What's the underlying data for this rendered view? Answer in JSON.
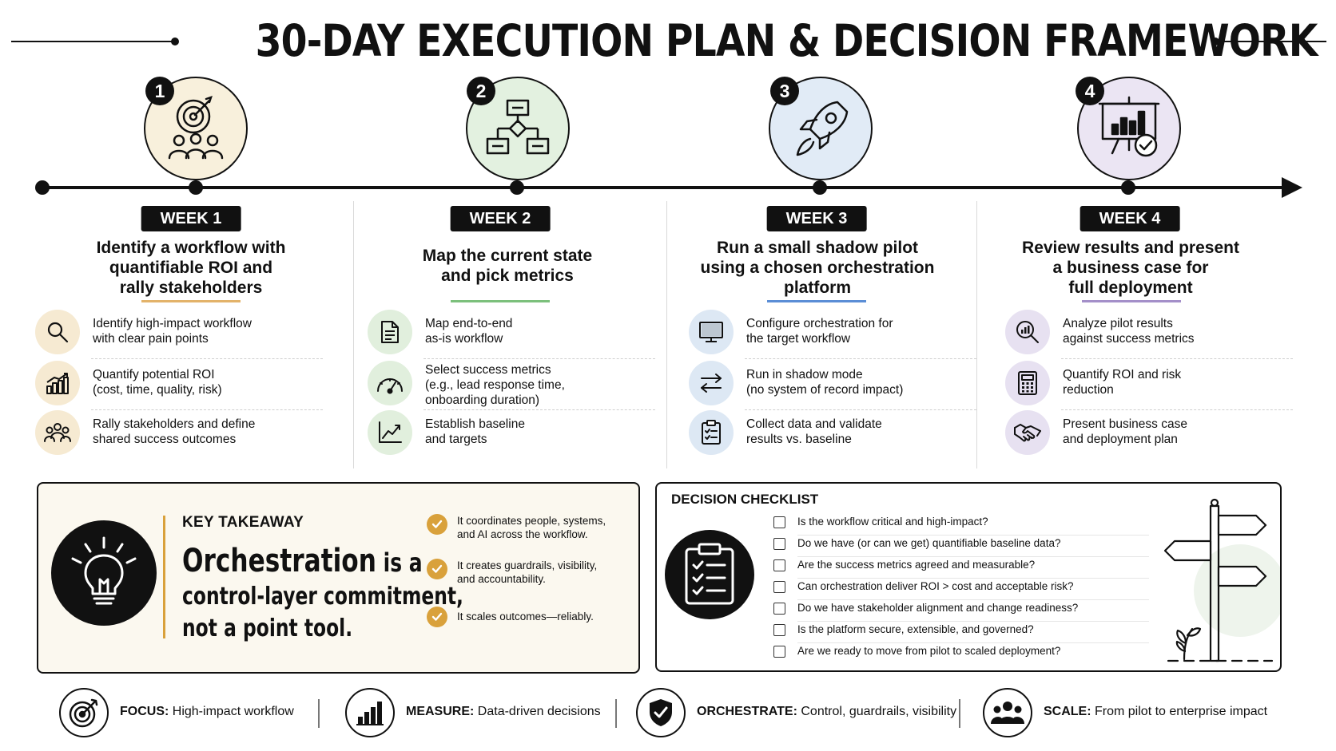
{
  "title": "30-DAY EXECUTION PLAN & DECISION FRAMEWORK",
  "weeks": [
    {
      "number": "1",
      "label": "WEEK 1",
      "heading": [
        "Identify a workflow with",
        "quantifiable ROI and",
        "rally stakeholders"
      ],
      "accent": "#e3b36a",
      "circle_bg": "#f8f0dc",
      "icon_bg": "#f6ead2",
      "tasks": [
        {
          "icon": "magnifier-icon",
          "lines": [
            "Identify high-impact workflow",
            "with clear pain points"
          ]
        },
        {
          "icon": "bar-growth-icon",
          "lines": [
            "Quantify potential ROI",
            "(cost, time, quality, risk)"
          ]
        },
        {
          "icon": "people-group-icon",
          "lines": [
            "Rally stakeholders and define",
            "shared success outcomes"
          ]
        }
      ]
    },
    {
      "number": "2",
      "label": "WEEK 2",
      "heading": [
        "Map the current state",
        "and pick metrics"
      ],
      "accent": "#7cc07c",
      "circle_bg": "#e3f1e0",
      "icon_bg": "#e1efdd",
      "tasks": [
        {
          "icon": "document-icon",
          "lines": [
            "Map end-to-end",
            "as-is workflow"
          ]
        },
        {
          "icon": "gauge-icon",
          "lines": [
            "Select success metrics",
            "(e.g., lead response time,",
            "onboarding duration)"
          ]
        },
        {
          "icon": "line-chart-icon",
          "lines": [
            "Establish baseline",
            "and targets"
          ]
        }
      ]
    },
    {
      "number": "3",
      "label": "WEEK 3",
      "heading": [
        "Run a small shadow pilot",
        "using a chosen orchestration",
        "platform"
      ],
      "accent": "#5b8ed6",
      "circle_bg": "#e1ebf6",
      "icon_bg": "#dde8f4",
      "tasks": [
        {
          "icon": "monitor-icon",
          "lines": [
            "Configure orchestration for",
            "the target workflow"
          ]
        },
        {
          "icon": "swap-arrows-icon",
          "lines": [
            "Run in shadow mode",
            "(no system of record impact)"
          ]
        },
        {
          "icon": "clipboard-icon",
          "lines": [
            "Collect data and validate",
            "results vs. baseline"
          ]
        }
      ]
    },
    {
      "number": "4",
      "label": "WEEK 4",
      "heading": [
        "Review results and present",
        "a business case for",
        "full deployment"
      ],
      "accent": "#a48fc9",
      "circle_bg": "#ebe5f3",
      "icon_bg": "#e7e1f1",
      "tasks": [
        {
          "icon": "chart-search-icon",
          "lines": [
            "Analyze pilot results",
            "against success metrics"
          ]
        },
        {
          "icon": "calculator-icon",
          "lines": [
            "Quantify ROI and risk",
            "reduction"
          ]
        },
        {
          "icon": "handshake-icon",
          "lines": [
            "Present business case",
            "and deployment plan"
          ]
        }
      ]
    }
  ],
  "takeaway": {
    "label": "KEY TAKEAWAY",
    "line1_big": "Orchestration",
    "line1_rest": " is a",
    "line2": "control-layer commitment,",
    "line3": "not a point tool.",
    "bullets": [
      [
        "It coordinates people, systems,",
        "and AI across the workflow."
      ],
      [
        "It creates guardrails, visibility,",
        "and accountability."
      ],
      [
        "It scales outcomes—reliably."
      ]
    ],
    "accent": "#d9a13b"
  },
  "checklist": {
    "title": "DECISION CHECKLIST",
    "items": [
      "Is the workflow critical and high-impact?",
      "Do we have (or can we get) quantifiable baseline data?",
      "Are the success metrics agreed and measurable?",
      "Can orchestration deliver ROI > cost and acceptable risk?",
      "Do we have stakeholder alignment and change readiness?",
      "Is the platform secure, extensible, and governed?",
      "Are we ready to move from pilot to scaled deployment?"
    ]
  },
  "pillars": [
    {
      "icon": "target-icon",
      "label": "FOCUS:",
      "text": " High-impact workflow"
    },
    {
      "icon": "bar-chart-icon",
      "label": "MEASURE:",
      "text": " Data-driven decisions"
    },
    {
      "icon": "shield-check-icon",
      "label": "ORCHESTRATE:",
      "text": " Control, guardrails, visibility"
    },
    {
      "icon": "team-icon",
      "label": "SCALE:",
      "text": " From pilot to enterprise impact"
    }
  ]
}
